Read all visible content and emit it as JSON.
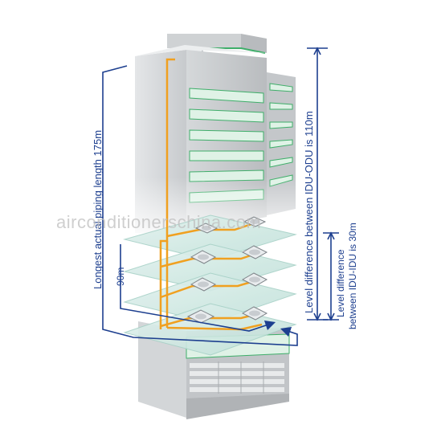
{
  "annotations": {
    "longest_piping": "Longest actual piping length 175m",
    "branch_length": "90m",
    "idu_odu_difference": "Level difference between IDU-ODU is 110m",
    "idu_idu_difference_line1": "Level difference",
    "idu_idu_difference_line2": "between IDU-IDU is 30m"
  },
  "watermark": "airconditionerschina.com",
  "colors": {
    "pipe": "#f0a020",
    "annotation": "#1d3f8f",
    "glass_floor": "#cfe8e2",
    "window_green": "#3fae6a"
  },
  "icons": {
    "outdoor_unit": "outdoor-unit-icon",
    "indoor_unit": "cassette-indoor-unit-icon"
  }
}
